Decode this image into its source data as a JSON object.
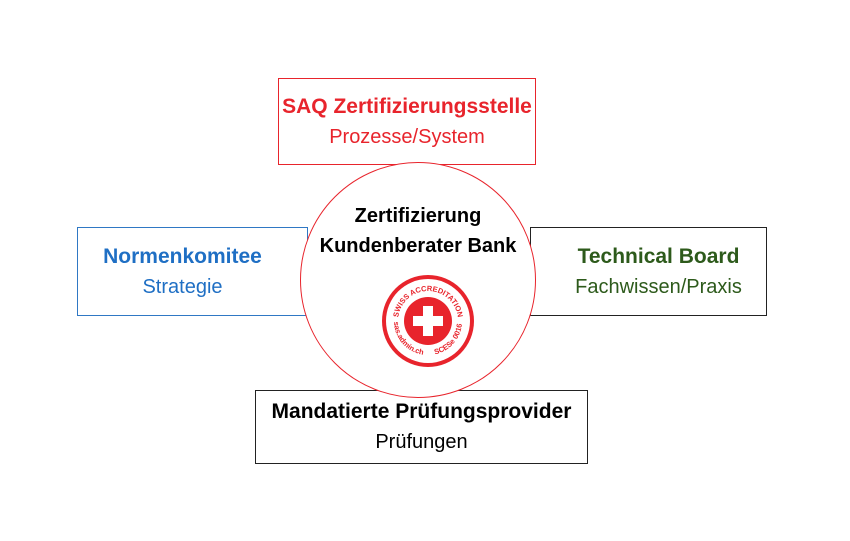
{
  "center": {
    "line1": "Zertifizierung",
    "line2": "Kundenberater Bank",
    "seal": {
      "top_text": "SWISS ACCREDITATION",
      "left_text": "sas.admin.ch",
      "right_text": "SCESe 0016",
      "icon": "swiss-cross-icon"
    }
  },
  "top": {
    "title": "SAQ Zertifizierungsstelle",
    "subtitle": "Prozesse/System"
  },
  "left": {
    "title": "Normenkomitee",
    "subtitle": "Strategie"
  },
  "right": {
    "title": "Technical Board",
    "subtitle": "Fachwissen/Praxis"
  },
  "bottom": {
    "title": "Mandatierte Prüfungsprovider",
    "subtitle": "Prüfungen"
  },
  "colors": {
    "red": "#e8242c",
    "blue": "#1f6fc4",
    "green": "#2d5a1b"
  }
}
